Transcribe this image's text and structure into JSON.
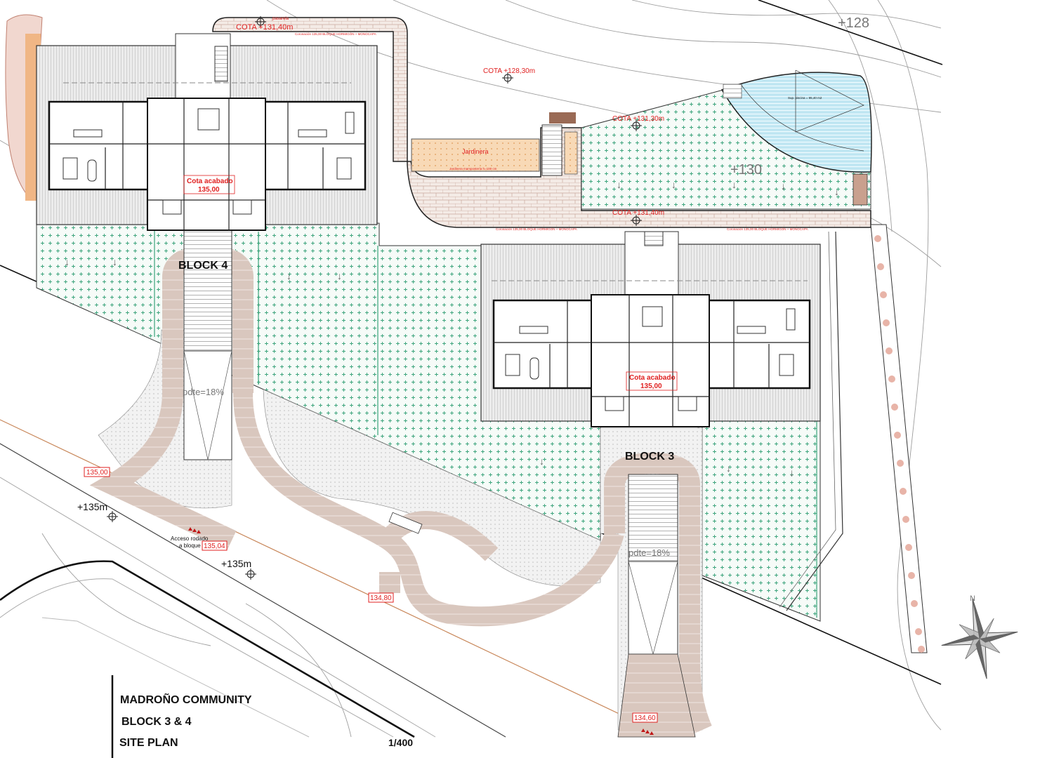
{
  "title_block": {
    "project": "MADROÑO COMMUNITY",
    "blocks": "BLOCK 3 & 4",
    "drawing": "SITE PLAN",
    "scale": "1/400"
  },
  "blocks": {
    "block4": {
      "label": "BLOCK 4",
      "slope": "pdte=18%",
      "finish_level_label": "Cota acabado",
      "finish_level": "135,00"
    },
    "block3": {
      "label": "BLOCK 3",
      "slope": "pdte=18%",
      "finish_level_label": "Cota acabado",
      "finish_level": "135,00"
    }
  },
  "elevations": {
    "cota_131_40_top": "COTA +131,40m",
    "cota_128_30": "COTA +128,30m",
    "cota_131_30": "COTA +131,30m",
    "cota_131_40_terrace": "COTA +131,40m",
    "contour_128": "+128",
    "contour_130": "+130",
    "road_135_a": "+135m",
    "road_135_b": "+135m"
  },
  "level_tags": [
    "135,00",
    "135,04",
    "134,80",
    "134,60"
  ],
  "annotations": {
    "pasarela": "pasarela",
    "jardinera": "Jardinera",
    "jardinera_note": "Jardinera mampostería h=100 cm",
    "pool_area": "Sup. piscina = 95,40 m2",
    "coronacion": "Coronación 135,00 BLOQUE HORMIGÓN + MONOCAPA",
    "access_line1": "Acceso rodado",
    "access_line2": "a bloque"
  },
  "north_label": "N",
  "colors": {
    "paving": "#d9c7be",
    "garden_cross": "#3aa37a",
    "brick": "#f3e9e3",
    "pool": "#bfe6f2",
    "planter": "#f5c89a",
    "annotation_red": "#e02020"
  }
}
